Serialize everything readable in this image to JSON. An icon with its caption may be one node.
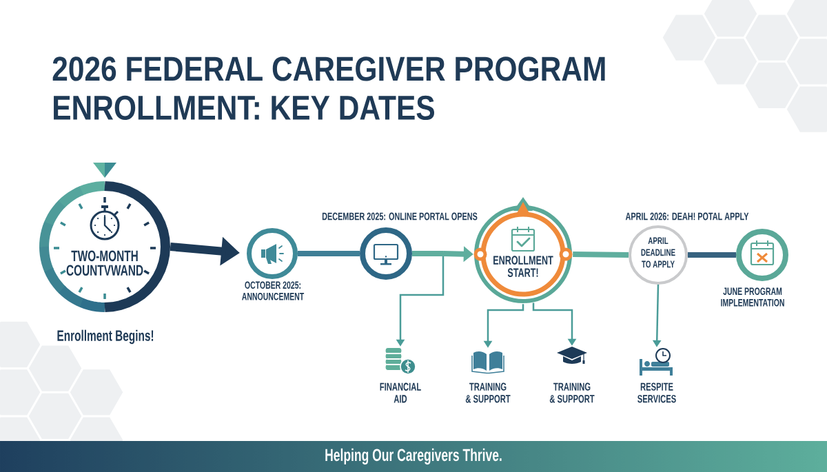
{
  "diagram": {
    "title": "2026 FEDERAL CAREGIVER PROGRAM ENROLLMENT: KEY DATES",
    "nodes": [
      {
        "text": [
          "TWO-MONTH COUNTVWAND"
        ],
        "beside": [
          "Enrollment Begins!"
        ]
      },
      {
        "text": [],
        "shape": "circle",
        "beside": [
          "OCTOBER 2025: ANNOUNCEMENT"
        ]
      },
      {
        "text": [],
        "shape": "circle"
      },
      {
        "text": [
          "ENROLLMENT START!"
        ]
      },
      {
        "text": [
          "APRIL DEADLINE TO APPLY"
        ],
        "beside": [
          "APRIL 2026: DEAH! POTAL APPLY"
        ]
      },
      {
        "text": [],
        "shape": "circle",
        "beside": [
          "JUNE PROGRAM IMPLEMENTATION"
        ]
      },
      {
        "text": [],
        "shape": "picture",
        "beside": [
          "FINANCIAL AID"
        ]
      },
      {
        "text": [],
        "shape": "picture",
        "beside": [
          "TRAINING & SUPPORT"
        ]
      },
      {
        "text": [],
        "shape": "picture",
        "beside": [
          "TRAINING & SUPPORT"
        ]
      },
      {
        "text": [],
        "shape": "picture",
        "beside": [
          "RESPITE SERVICES"
        ]
      },
      {
        "text": [
          "Helping Our Caregivers Thrive."
        ]
      }
    ],
    "edges": [
      {
        "from": 0,
        "to": 1,
        "arrow": "to",
        "color": "#1d3a57"
      },
      {
        "from": 1,
        "to": 2,
        "arrow": "none",
        "color": "#3f7f96"
      },
      {
        "from": 2,
        "to": 3,
        "arrow": "to",
        "color": "#5fae9e"
      },
      {
        "from": 2,
        "to": 6,
        "arrow": "to"
      },
      {
        "from": 3,
        "to": 4,
        "arrow": "none",
        "color": "#5fae9e"
      },
      {
        "from": 3,
        "to": 7,
        "arrow": "to"
      },
      {
        "from": 3,
        "to": 8,
        "arrow": "to"
      },
      {
        "from": 4,
        "to": 5,
        "arrow": "none",
        "color": "#36627f"
      },
      {
        "from": 4,
        "to": 9,
        "arrow": "to"
      }
    ],
    "labels": [
      "DECEMBER 2025: ONLINE PORTAL OPENS"
    ]
  }
}
